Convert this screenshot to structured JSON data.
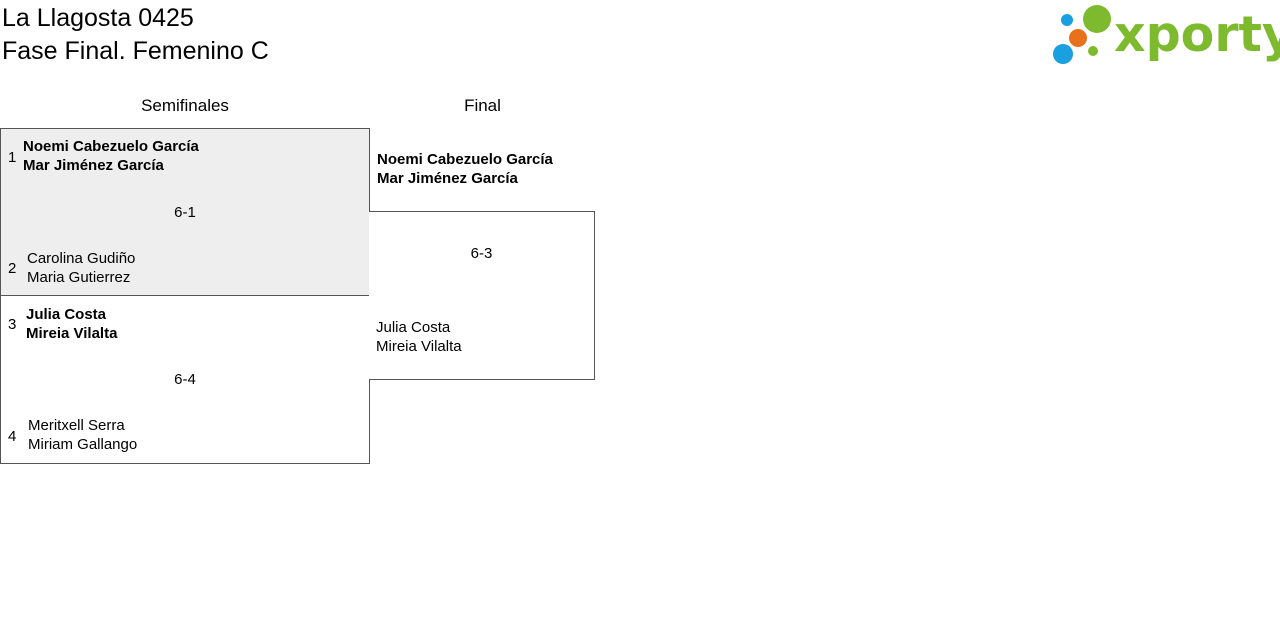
{
  "header": {
    "title_line1": "La Llagosta 0425",
    "title_line2": "Fase Final. Femenino C",
    "logo_text": "xporty"
  },
  "rounds": {
    "semifinal_label": "Semifinales",
    "final_label": "Final"
  },
  "semifinals": [
    {
      "score": "6-1",
      "top": {
        "seed": "1",
        "player1": "Noemi Cabezuelo García",
        "player2": "Mar Jiménez García"
      },
      "bottom": {
        "seed": "2",
        "player1": "Carolina Gudiño",
        "player2": "Maria Gutierrez"
      }
    },
    {
      "score": "6-4",
      "top": {
        "seed": "3",
        "player1": "Julia Costa",
        "player2": "Mireia Vilalta"
      },
      "bottom": {
        "seed": "4",
        "player1": "Meritxell Serra",
        "player2": "Miriam Gallango"
      }
    }
  ],
  "final": {
    "score": "6-3",
    "top": {
      "player1": "Noemi Cabezuelo García",
      "player2": "Mar Jiménez García"
    },
    "bottom": {
      "player1": "Julia Costa",
      "player2": "Mireia Vilalta"
    }
  },
  "colors": {
    "logo_green": "#7dba2d",
    "logo_blue": "#1a9fe0",
    "logo_orange": "#e8711c",
    "highlight_row": "#eeeeee"
  }
}
